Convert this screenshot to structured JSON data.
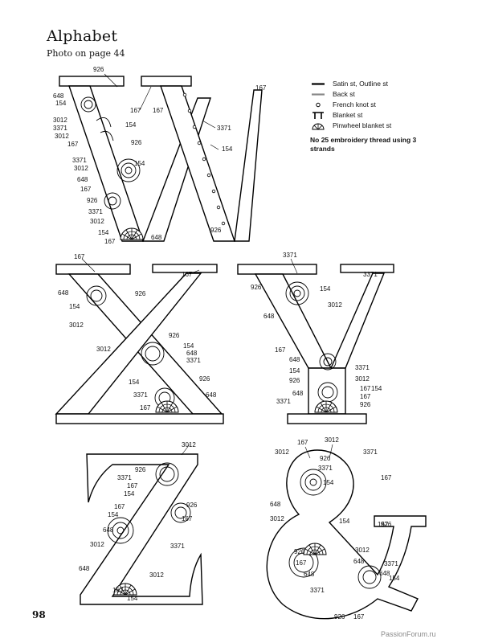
{
  "page": {
    "title": "Alphabet",
    "subtitle": "Photo on page 44",
    "page_number": "98",
    "watermark": "PassionForum.ru"
  },
  "legend": {
    "items": [
      {
        "label": "Satin st, Outline st",
        "icon": "satin-stitch-line"
      },
      {
        "label": "Back st",
        "icon": "back-stitch-line"
      },
      {
        "label": "French knot st",
        "icon": "french-knot-dot"
      },
      {
        "label": "Blanket st",
        "icon": "blanket-stitch-comb"
      },
      {
        "label": "Pinwheel blanket st",
        "icon": "pinwheel-blanket-stitch"
      }
    ],
    "note": "No 25 embroidery thread using 3 strands"
  },
  "letters": {
    "W": {
      "labels": [
        "926",
        "167",
        "648",
        "154",
        "3012",
        "3371",
        "3012",
        "167",
        "167",
        "154",
        "926",
        "3371",
        "3012",
        "154",
        "648",
        "167",
        "926",
        "3371",
        "3012",
        "154",
        "167",
        "648",
        "3371",
        "154",
        "926"
      ]
    },
    "X": {
      "labels": [
        "167",
        "167",
        "648",
        "926",
        "154",
        "3012",
        "3012",
        "926",
        "154",
        "648",
        "3371",
        "154",
        "926",
        "3371",
        "648",
        "167"
      ]
    },
    "Y": {
      "labels": [
        "3371",
        "3371",
        "926",
        "154",
        "3012",
        "648",
        "167",
        "648",
        "154",
        "926",
        "3371",
        "3012",
        "167",
        "648",
        "154",
        "167",
        "3371",
        "926"
      ]
    },
    "Z": {
      "labels": [
        "3012",
        "926",
        "3371",
        "167",
        "154",
        "167",
        "926",
        "154",
        "167",
        "648",
        "3012",
        "3371",
        "648",
        "3012",
        "167",
        "154"
      ]
    },
    "ampersand": {
      "labels": [
        "167",
        "3012",
        "3012",
        "926",
        "3371",
        "3371",
        "167",
        "167",
        "154",
        "648",
        "3012",
        "154",
        "926",
        "926",
        "3012",
        "167",
        "648",
        "3371",
        "648",
        "154",
        "3371",
        "648",
        "926",
        "167"
      ]
    }
  }
}
